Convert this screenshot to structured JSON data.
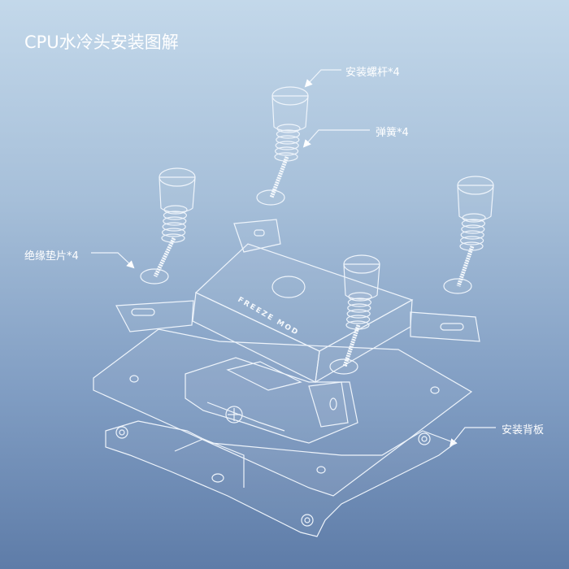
{
  "title": "CPU水冷头安装图解",
  "labels": {
    "screw": "安装螺杆*4",
    "spring": "弹簧*4",
    "washer": "绝缘垫片*4",
    "backplate": "安装背板"
  },
  "brand_text": "FREEZE MOD",
  "colors": {
    "bg_top": "#c3d8ea",
    "bg_bottom": "#5e7ca8",
    "line": "#eef4fb"
  }
}
